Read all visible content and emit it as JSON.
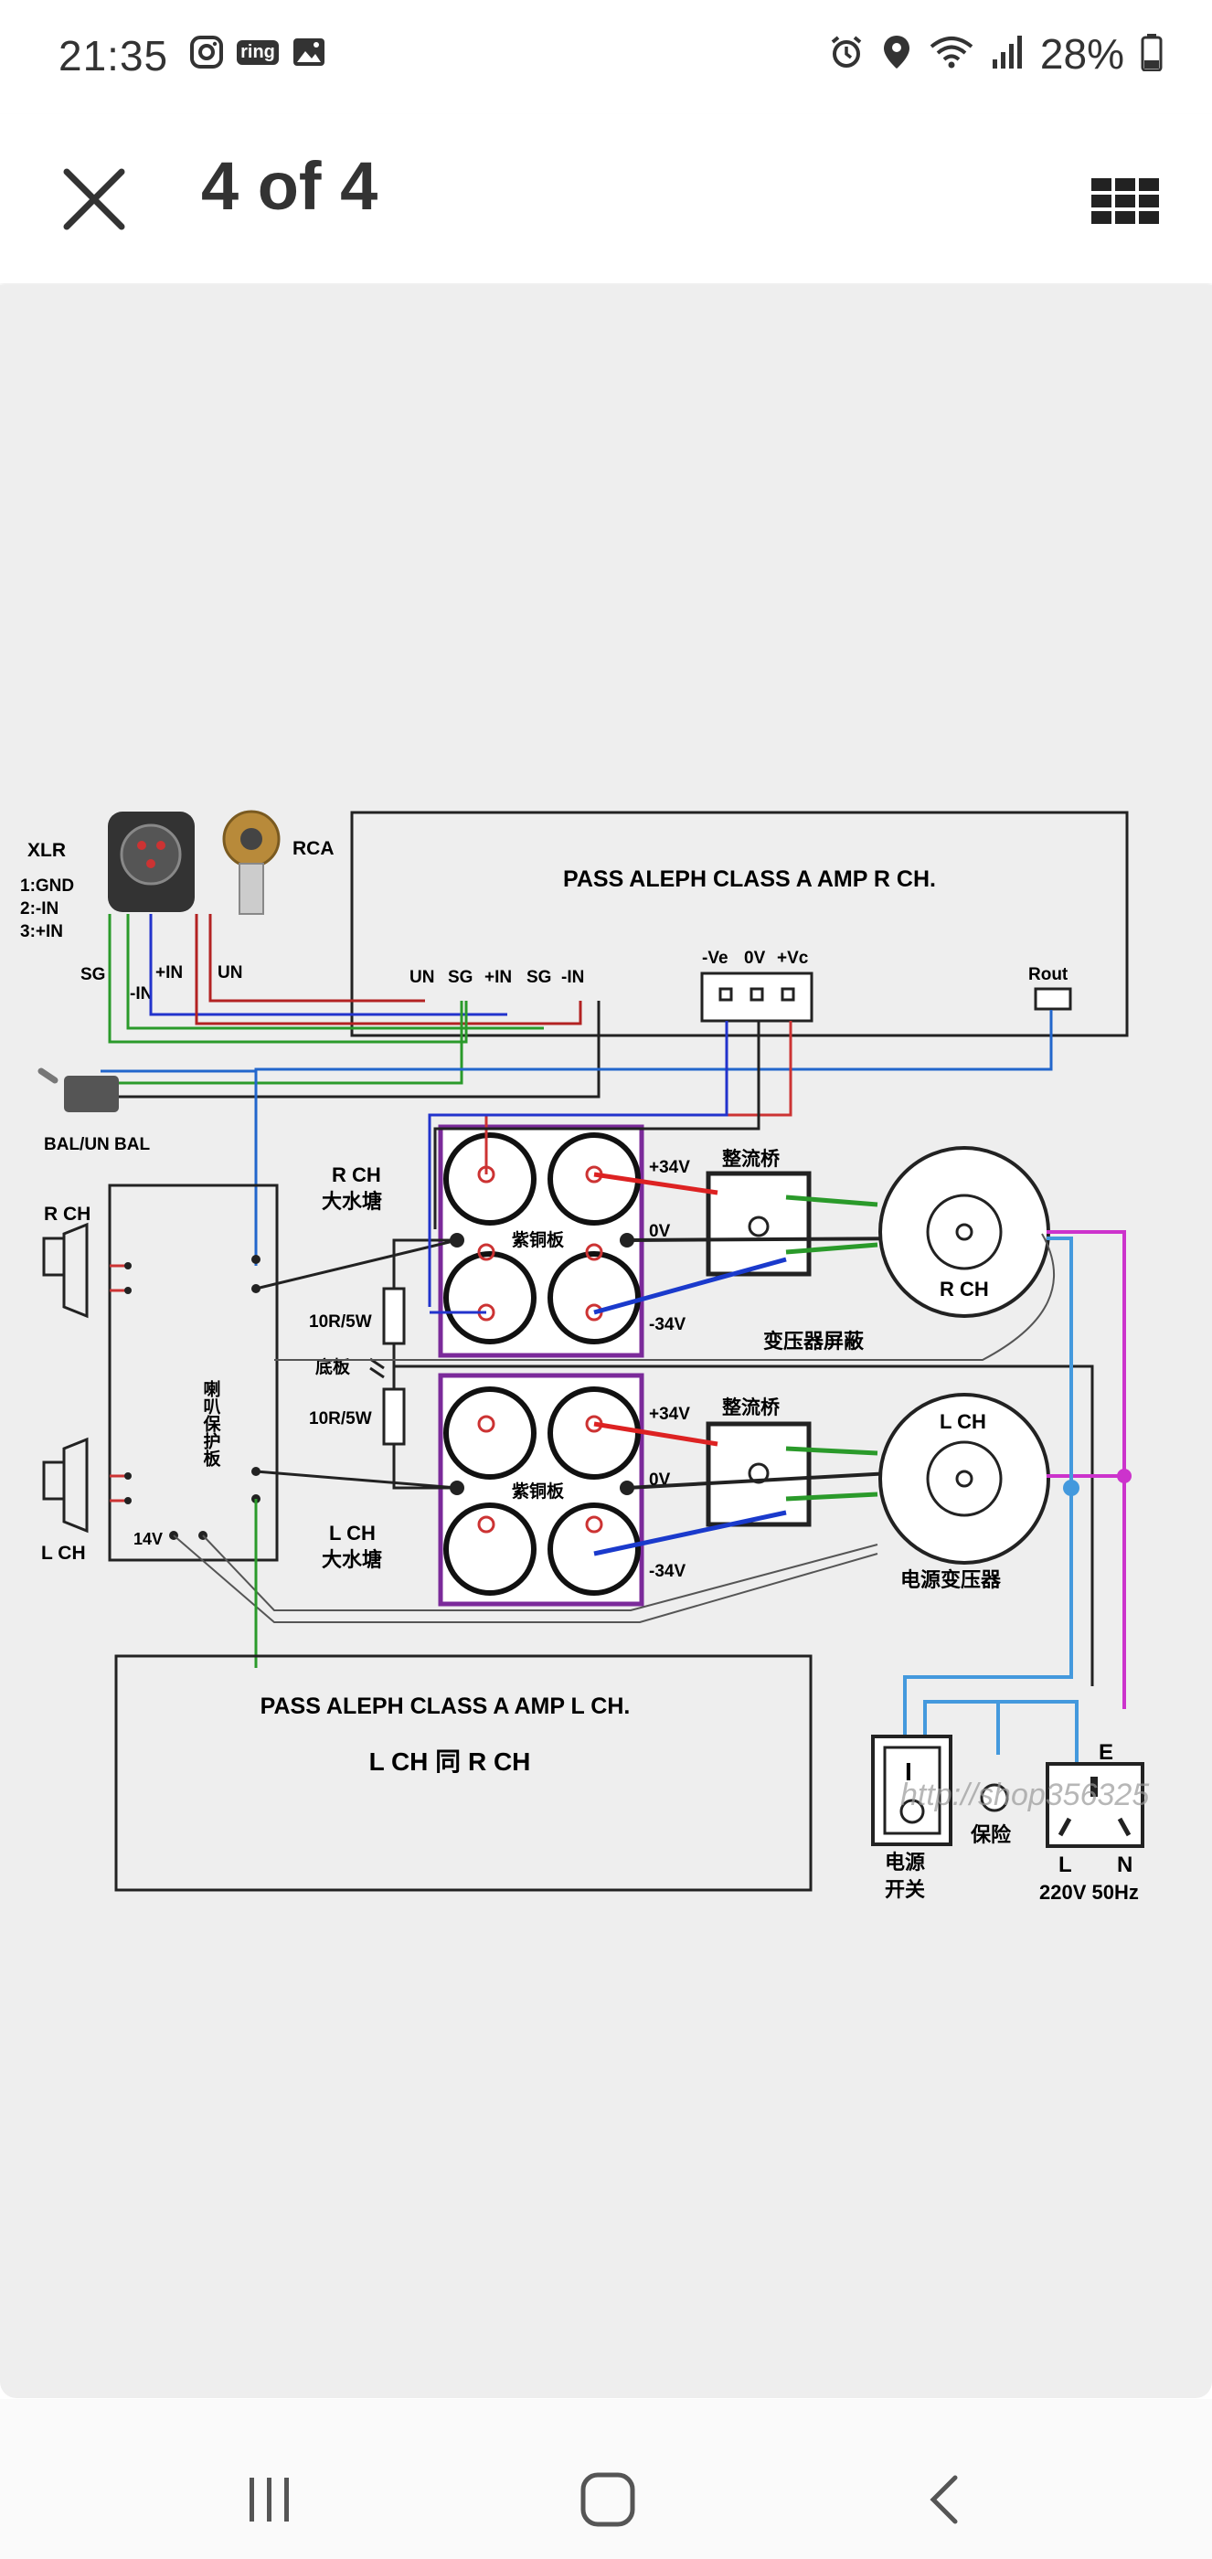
{
  "status_bar": {
    "time": "21:35",
    "left_icons": [
      "instagram-icon",
      "ring-icon",
      "gallery-icon"
    ],
    "ring_label": "ring",
    "right_icons": [
      "alarm-icon",
      "location-icon",
      "wifi-icon",
      "signal-icon",
      "battery-icon"
    ],
    "battery": "28%"
  },
  "app_bar": {
    "close_icon": "close-icon",
    "title": "4 of 4",
    "grid_icon": "grid-view-icon"
  },
  "diagram": {
    "xlr_label": "XLR",
    "xlr_pins": [
      "1:GND",
      "2:-IN",
      "3:+IN"
    ],
    "rca_label": "RCA",
    "sg_label": "SG",
    "plus_in_label": "+IN",
    "minus_in_label": "-IN",
    "un_label": "UN",
    "amp_r_title": "PASS ALEPH CLASS A AMP R CH.",
    "input_terminals": [
      "UN",
      "SG",
      "+IN",
      "SG",
      "-IN"
    ],
    "power_terminals": [
      "-Ve",
      "0V",
      "+Vc"
    ],
    "rout_label": "Rout",
    "bal_label": "BAL/UN BAL",
    "speaker_r": "R CH",
    "speaker_l": "L CH",
    "protect_board": "喇叭保护板",
    "protect_14v": "14V",
    "r_cap_label_1": "R CH",
    "r_cap_label_2": "大水塘",
    "l_cap_label_1": "L CH",
    "l_cap_label_2": "大水塘",
    "copper_plate": "紫铜板",
    "v_plus34": "+34V",
    "v_0": "0V",
    "v_minus34": "-34V",
    "rectifier": "整流桥",
    "resistor_1": "10R/5W",
    "resistor_2": "10R/5W",
    "chassis": "底板",
    "transformer_r": "R CH",
    "transformer_l": "L CH",
    "transformer_shield": "变压器屏蔽",
    "power_transformer": "电源变压器",
    "amp_l_title": "PASS ALEPH CLASS A AMP  L CH.",
    "amp_l_sub": "L CH 同 R CH",
    "power_switch_1": "电源",
    "power_switch_2": "开关",
    "fuse": "保险",
    "earth": "E",
    "live": "L",
    "neutral": "N",
    "mains": "220V 50Hz",
    "watermark": "http://shop356325"
  },
  "nav_bar": {
    "recents_icon": "recents-icon",
    "home_icon": "home-icon",
    "back_icon": "back-icon"
  }
}
